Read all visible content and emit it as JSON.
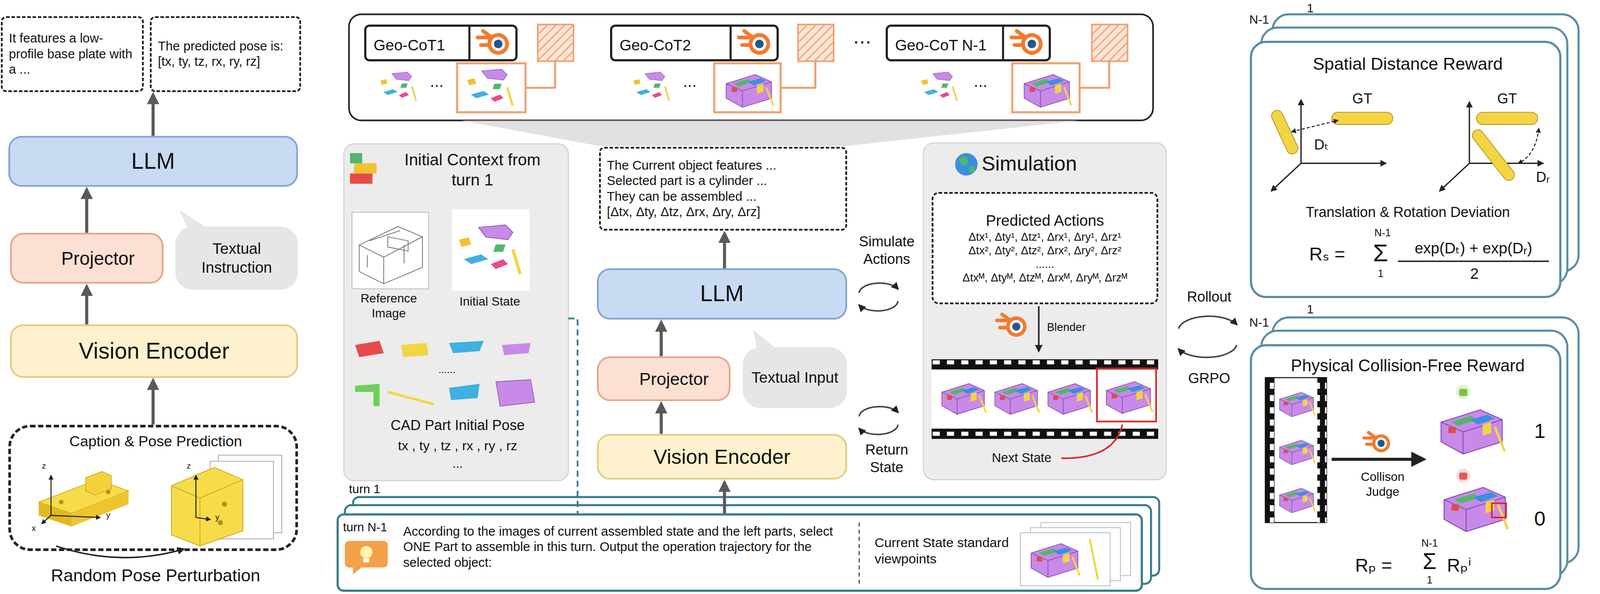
{
  "diagram": {
    "nodes": [
      {
        "text": [
          "It features a low-profile base plate with a ..."
        ]
      },
      {
        "text": [
          "The predicted pose is: [tx, ty, tz, rx, ry, rz]"
        ]
      },
      {
        "text": [
          "LLM"
        ]
      },
      {
        "text": [
          "Projector"
        ]
      },
      {
        "text": [
          "Textual Instruction"
        ]
      },
      {
        "text": [
          "Vision Encoder"
        ]
      },
      {
        "text": [
          "Caption & Pose Prediction"
        ]
      },
      {
        "text": [
          "Geo-CoT1"
        ]
      },
      {
        "text": [
          "Geo-CoT2"
        ]
      },
      {
        "text": [
          "Geo-CoT N-1"
        ]
      },
      {
        "text": [
          "Initial Context from turn 1",
          "Reference Image",
          "Initial State",
          "CAD Part Initial Pose",
          "tx , ty , tz , rx , ry , rz",
          "..."
        ]
      },
      {
        "text": [
          "The Current object features ...",
          "Selected part is a cylinder ...",
          "They can be assembled ...",
          "[Δtx, Δty, Δtz, Δrx, Δry, Δrz]"
        ]
      },
      {
        "text": [
          "LLM"
        ]
      },
      {
        "text": [
          "Projector"
        ]
      },
      {
        "text": [
          "Textual Input"
        ]
      },
      {
        "text": [
          "Vision Encoder"
        ]
      },
      {
        "text": [
          "Simulation",
          "Blender",
          "Next State"
        ]
      },
      {
        "text": [
          "Predicted Actions",
          "Δtx¹, Δty¹, Δtz¹, Δrx¹, Δry¹, Δrz¹",
          "Δtx², Δty², Δtz², Δrx², Δry², Δrz²",
          "......",
          "Δtxᴹ, Δtyᴹ, Δtzᴹ, Δrxᴹ, Δryᴹ, Δrzᴹ"
        ],
        "in": 16
      },
      {
        "text": [
          "turn N-1",
          "According to the images of current assembled state and the left parts, select ONE Part to assemble in this turn. Output the operation trajectory for the selected object:",
          "Current State standard viewpoints"
        ]
      },
      {
        "text": [
          "Spatial Distance Reward",
          "Translation & Rotation Deviation"
        ]
      },
      {
        "text": [
          "Physical Collision-Free Reward"
        ]
      }
    ],
    "edges": [
      {
        "from": 6,
        "to": 5,
        "arrow": "to"
      },
      {
        "from": 5,
        "to": 3,
        "arrow": "to"
      },
      {
        "from": 3,
        "to": 2,
        "arrow": "to"
      },
      {
        "from": 2,
        "to": 1,
        "arrow": "to"
      },
      {
        "from": 18,
        "to": 15,
        "arrow": "to"
      },
      {
        "from": 15,
        "to": 13,
        "arrow": "to"
      },
      {
        "from": 13,
        "to": 12,
        "arrow": "to"
      },
      {
        "from": 12,
        "to": 11,
        "arrow": "to"
      },
      {
        "from": 10,
        "to": 18,
        "arrow": "none"
      }
    ],
    "labels": [
      "Random Pose Perturbation",
      "⋯",
      "...",
      "...",
      "...",
      "turn 1",
      "Simulate Actions",
      "Return State",
      "Rollout",
      "GRPO",
      "1",
      "N-1",
      "GT",
      "GT",
      "Dₜ",
      "Dᵣ",
      "Rₛ =",
      "N-1",
      "Σ",
      "1",
      "exp(Dₜ) + exp(Dᵣ)",
      "2",
      "1",
      "N-1",
      "Collison Judge",
      "1",
      "0",
      "Rₚ =",
      "N-1",
      "Σ",
      "1",
      "Rₚⁱ",
      "z",
      "x",
      "y",
      "z",
      "y",
      "......"
    ]
  }
}
